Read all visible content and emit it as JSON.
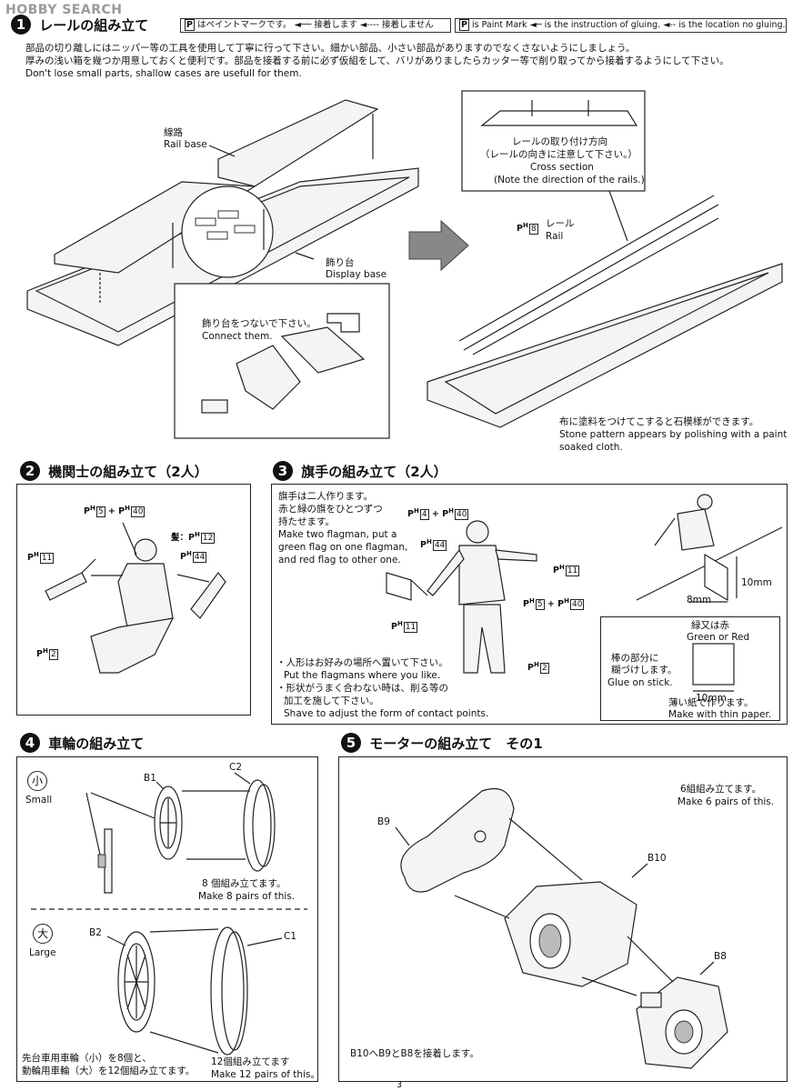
{
  "watermark": "HOBBY SEARCH",
  "legend": {
    "jp": {
      "paint": "はペイントマークです。",
      "glue": "接着します",
      "noglue": "接着しません",
      "p": "P"
    },
    "en": {
      "paint": "is Paint Mark",
      "glue": "is the instruction of gluing.",
      "noglue": "is the location no gluing.",
      "p": "P"
    }
  },
  "step1": {
    "num": "1",
    "title": "レールの組み立て",
    "intro_jp1": "部品の切り離しにはニッパー等の工具を使用して丁寧に行って下さい。細かい部品、小さい部品がありますのでなくさないようにしましょう。",
    "intro_jp2": "厚みの浅い箱を幾つか用意しておくと便利です。部品を接着する前に必ず仮組をして、バリがありましたらカッター等で削り取ってから接着するようにして下さい。",
    "intro_en": "Don't lose small parts, shallow cases are usefull for them.",
    "rail_base_jp": "線路",
    "rail_base_en": "Rail base",
    "display_base_jp": "飾り台",
    "display_base_en": "Display base",
    "connect_jp": "飾り台をつないで下さい。",
    "connect_en": "Connect them.",
    "cross_jp1": "レールの取り付け方向",
    "cross_jp2": "（レールの向きに注意して下さい。）",
    "cross_en1": "Cross section",
    "cross_en2": "(Note the direction of the rails.)",
    "rail_jp": "レール",
    "rail_en": "Rail",
    "rail_part": "8",
    "stone_jp": "布に塗料をつけてこすると石模様ができます。",
    "stone_en1": "Stone pattern appears by polishing with a paint",
    "stone_en2": "soaked cloth."
  },
  "step2": {
    "num": "2",
    "title": "機関士の組み立て（2人）",
    "part_a": "5",
    "part_b": "40",
    "hair_jp": "髪：",
    "hair_part": "12",
    "part_44": "44",
    "part_11": "11",
    "part_2": "2"
  },
  "step3": {
    "num": "3",
    "title": "旗手の組み立て（2人）",
    "desc_jp1": "旗手は二人作ります。",
    "desc_jp2": "赤と緑の旗をひとつずつ",
    "desc_jp3": "持たせます。",
    "desc_en1": "Make two flagman, put a",
    "desc_en2": "green flag on one flagman,",
    "desc_en3": "and red flag to other one.",
    "part_4": "4",
    "part_40": "40",
    "part_44": "44",
    "part_11": "11",
    "part_5": "5",
    "part_2": "2",
    "note1_jp": "・人形はお好みの場所へ置いて下さい。",
    "note1_en": "Put the flagmans where you like.",
    "note2_jp1": "・形状がうまく合わない時は、削る等の",
    "note2_jp2": "加工を施して下さい。",
    "note2_en": "Shave to adjust the form of contact points.",
    "dim_h": "10mm",
    "dim_w": "8mm",
    "flag_color_jp": "緑又は赤",
    "flag_color_en": "Green or Red",
    "stick_jp1": "棒の部分に",
    "stick_jp2": "糊づけします。",
    "stick_en": "Glue on stick.",
    "flag_w": "10mm",
    "paper_jp": "薄い紙で作ります。",
    "paper_en": "Make with thin paper."
  },
  "step4": {
    "num": "4",
    "title": "車輪の組み立て",
    "small_kanji": "小",
    "small_en": "Small",
    "large_kanji": "大",
    "large_en": "Large",
    "b1": "B1",
    "c2": "C2",
    "b2": "B2",
    "c1": "C1",
    "small_jp": "8 個組み立てます。",
    "small_count_en": "Make 8 pairs of this.",
    "large_jp": "12個組み立てます",
    "large_count_en": "Make 12 pairs of this。",
    "use_jp1": "先台車用車輪（小）を8個と、",
    "use_jp2": "動輪用車輪（大）を12個組み立てます。"
  },
  "step5": {
    "num": "5",
    "title": "モーターの組み立て　その1",
    "pairs_jp": "6組組み立てます。",
    "pairs_en": "Make 6 pairs of this.",
    "b9": "B9",
    "b10": "B10",
    "b8": "B8",
    "glue_jp": "B10へB9とB8を接着します。"
  },
  "page_number": "3"
}
